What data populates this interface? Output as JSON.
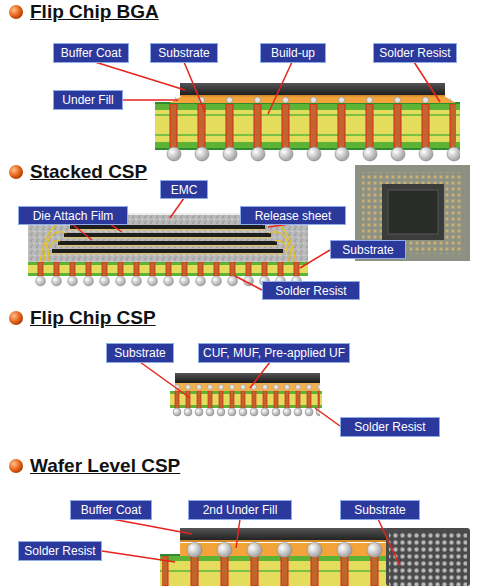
{
  "diagram": {
    "nodes": [
      {
        "text": [
          "Buffer Coat"
        ]
      },
      {
        "text": [
          "Substrate"
        ]
      },
      {
        "text": [
          "Build-up"
        ]
      },
      {
        "text": [
          "Solder Resist"
        ]
      },
      {
        "text": [
          "Under Fill"
        ]
      },
      {
        "text": [
          "EMC"
        ]
      },
      {
        "text": [
          "Die Attach Film"
        ]
      },
      {
        "text": [
          "Release sheet"
        ]
      },
      {
        "text": [
          "Substrate"
        ]
      },
      {
        "text": [
          "Solder Resist"
        ]
      },
      {
        "text": [
          "Substrate"
        ]
      },
      {
        "text": [
          "CUF, MUF, Pre-applied UF"
        ]
      },
      {
        "text": [
          "Solder Resist"
        ]
      },
      {
        "text": [
          "Buffer Coat"
        ]
      },
      {
        "text": [
          "2nd Under Fill"
        ]
      },
      {
        "text": [
          "Substrate"
        ]
      },
      {
        "text": [
          "Solder Resist"
        ]
      }
    ],
    "labels": [
      "Flip Chip BGA",
      "Stacked CSP",
      "Flip Chip CSP",
      "Wafer Level CSP"
    ]
  }
}
